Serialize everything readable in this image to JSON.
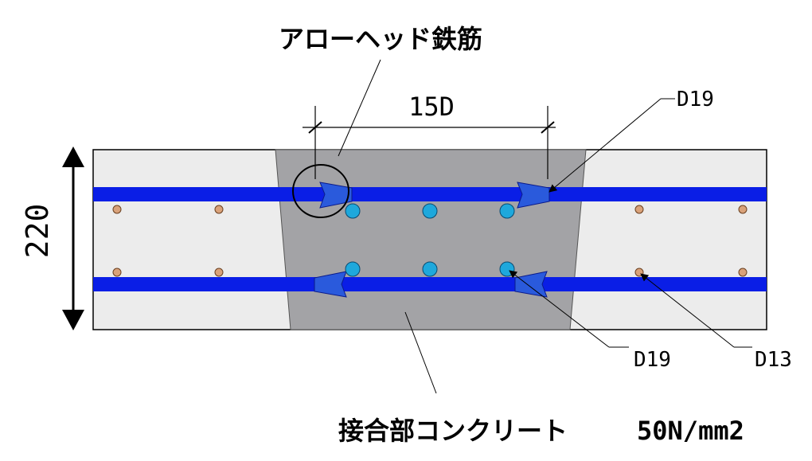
{
  "labels": {
    "arrowhead_rebar": "アローヘッド鉄筋",
    "joint_concrete": "接合部コンクリート",
    "concrete_strength": "50N/mm2",
    "spacing": "15D",
    "thickness": "220",
    "bar_upper_right": "D19",
    "bar_lower_center": "D19",
    "bar_lower_right": "D13"
  },
  "colors": {
    "precast_panel": "#ececec",
    "joint_concrete": "#a3a3a6",
    "main_rebar": "#0a1ee6",
    "arrowhead": "#2a5adc",
    "joint_bar": "#1ea8dc",
    "distribution_bar": "#d9a27a",
    "outline": "#000000"
  },
  "icons": {
    "dimension_arrow": "double-headed-vertical-arrow",
    "highlight_circle": "detail-circle"
  }
}
